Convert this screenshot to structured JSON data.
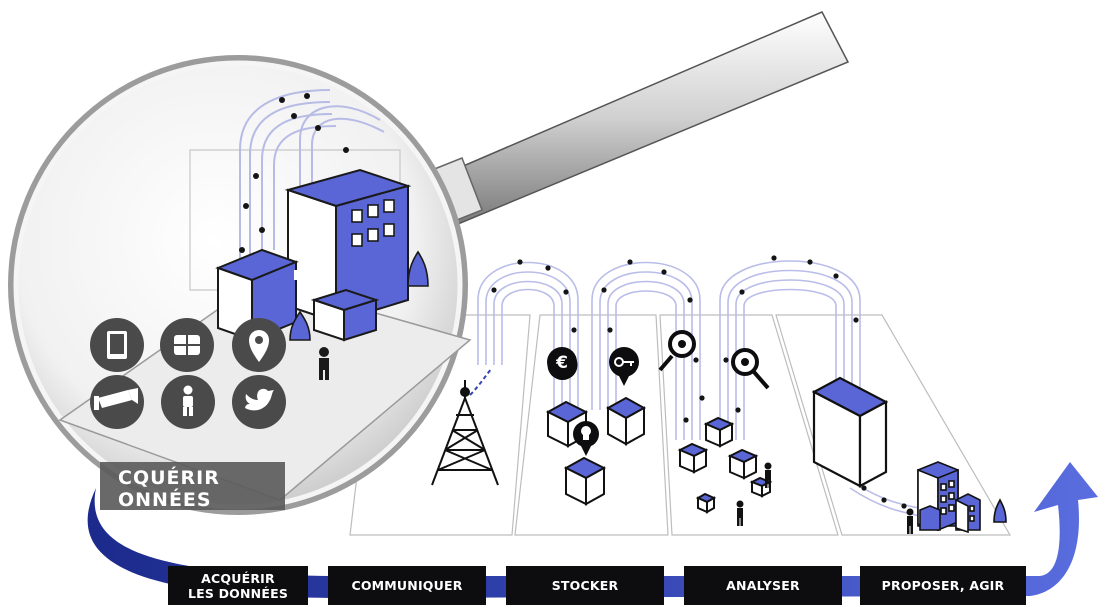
{
  "stages": [
    {
      "id": "acquerir",
      "line1": "ACQUÉRIR",
      "line2": "LES DONNÉES"
    },
    {
      "id": "communiquer",
      "label": "COMMUNIQUER"
    },
    {
      "id": "stocker",
      "label": "STOCKER"
    },
    {
      "id": "analyser",
      "label": "ANALYSER"
    },
    {
      "id": "proposer",
      "label": "PROPOSER, AGIR"
    }
  ],
  "magnifier": {
    "line1": "CQUÉRIR",
    "line2": "ONNÉES"
  },
  "sensor_icons": [
    "tablet-icon",
    "chip-card-icon",
    "location-pin-icon",
    "cctv-camera-icon",
    "person-icon",
    "bird-icon"
  ],
  "markers": [
    "euro-icon",
    "key-icon",
    "lightbulb-icon",
    "magnifier-icon"
  ],
  "colors": {
    "accent": "#5b66d6",
    "dark": "#0d0d0f",
    "data_line": "#b9bde8",
    "lens": "#d8d8d8",
    "arrow": "#2a3aa8"
  }
}
